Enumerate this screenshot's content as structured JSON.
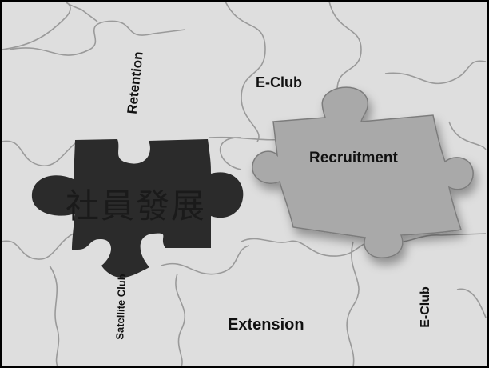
{
  "labels": {
    "retention": "Retention",
    "e_club_top": "E-Club",
    "recruitment": "Recruitment",
    "chinese": "社員發展",
    "satellite_club": "Satellite Club",
    "extension": "Extension",
    "e_club_right": "E-Club"
  },
  "colors": {
    "hole": "#2b2b2b",
    "floating_piece": "#a9a9a9",
    "board": "#dcdcdc"
  }
}
